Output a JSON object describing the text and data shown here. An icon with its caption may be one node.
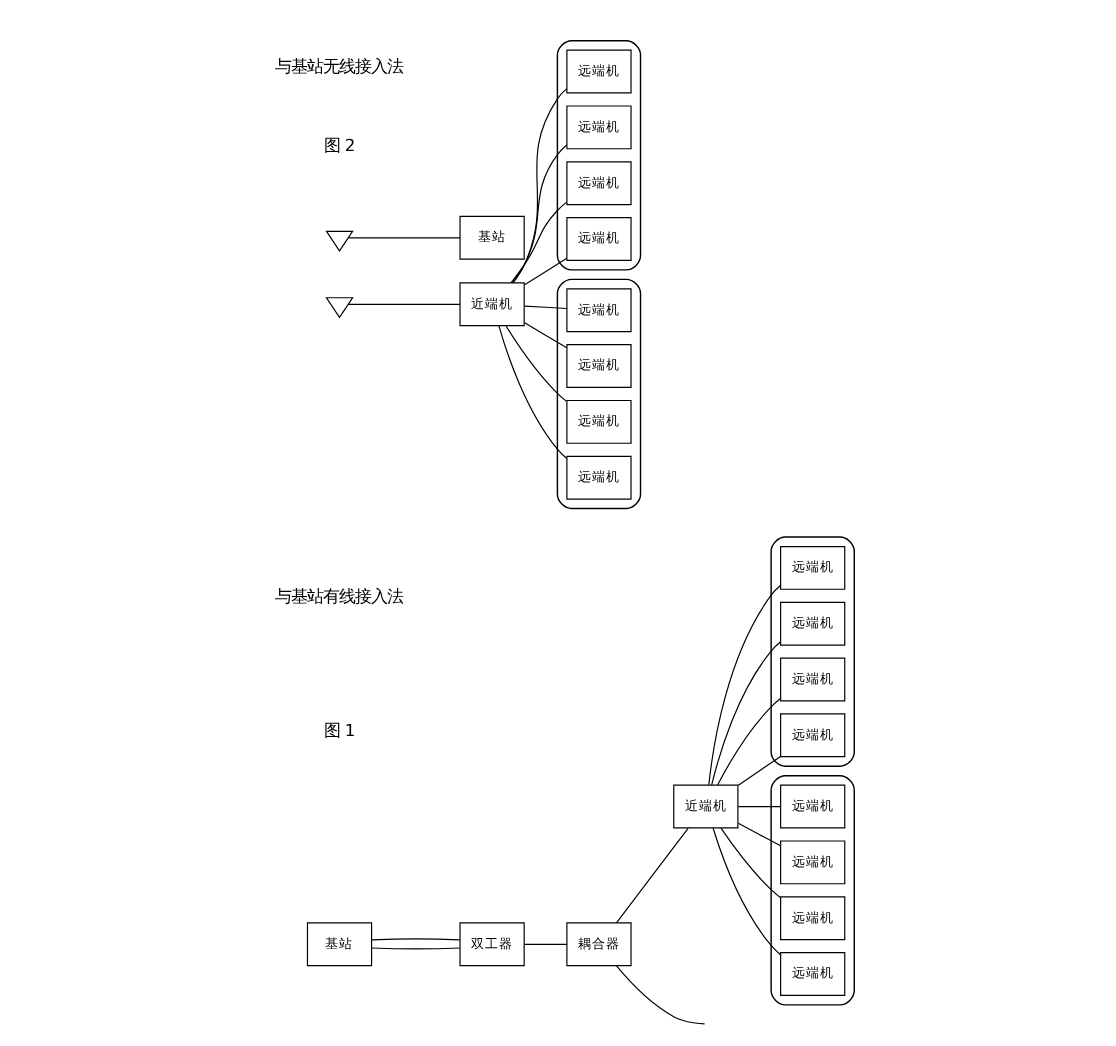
{
  "diagram": {
    "nodes": [
      {
        "text": [
          "基站"
        ]
      },
      {
        "text": [
          "双工器"
        ]
      },
      {
        "text": [
          "耦合器"
        ]
      },
      {
        "text": [
          "近端机"
        ]
      },
      {
        "text": [],
        "shape": "cylinder"
      },
      {
        "text": [
          "远端机"
        ],
        "in": 4
      },
      {
        "text": [
          "远端机"
        ],
        "in": 4
      },
      {
        "text": [
          "远端机"
        ],
        "in": 4
      },
      {
        "text": [
          "远端机"
        ],
        "in": 4
      },
      {
        "text": [],
        "shape": "cylinder"
      },
      {
        "text": [
          "远端机"
        ],
        "in": 9
      },
      {
        "text": [
          "远端机"
        ],
        "in": 9
      },
      {
        "text": [
          "远端机"
        ],
        "in": 9
      },
      {
        "text": [
          "远端机"
        ],
        "in": 9
      },
      {
        "text": [],
        "shape": "antenna"
      },
      {
        "text": [
          "基站"
        ]
      },
      {
        "text": [],
        "shape": "antenna"
      },
      {
        "text": [
          "近端机"
        ]
      },
      {
        "text": [],
        "shape": "cylinder"
      },
      {
        "text": [
          "远端机"
        ],
        "in": 18
      },
      {
        "text": [
          "远端机"
        ],
        "in": 18
      },
      {
        "text": [
          "远端机"
        ],
        "in": 18
      },
      {
        "text": [
          "远端机"
        ],
        "in": 18
      },
      {
        "text": [],
        "shape": "cylinder"
      },
      {
        "text": [
          "远端机"
        ],
        "in": 23
      },
      {
        "text": [
          "远端机"
        ],
        "in": 23
      },
      {
        "text": [
          "远端机"
        ],
        "in": 23
      },
      {
        "text": [
          "远端机"
        ],
        "in": 23
      }
    ],
    "edges": [
      {
        "from": 0,
        "to": 1,
        "arrow": "none"
      },
      {
        "from": 0,
        "to": 1,
        "arrow": "none"
      },
      {
        "from": 1,
        "to": 2,
        "arrow": "none"
      },
      {
        "from": 2,
        "to": 3,
        "arrow": "none"
      },
      {
        "from": 2,
        "to": null,
        "arrow": "none"
      },
      {
        "from": 3,
        "to": 5,
        "arrow": "none"
      },
      {
        "from": 3,
        "to": 6,
        "arrow": "none"
      },
      {
        "from": 3,
        "to": 7,
        "arrow": "none"
      },
      {
        "from": 3,
        "to": 8,
        "arrow": "none"
      },
      {
        "from": 3,
        "to": 10,
        "arrow": "none"
      },
      {
        "from": 3,
        "to": 11,
        "arrow": "none"
      },
      {
        "from": 3,
        "to": 12,
        "arrow": "none"
      },
      {
        "from": 3,
        "to": 13,
        "arrow": "none"
      },
      {
        "from": 14,
        "to": 15,
        "arrow": "none"
      },
      {
        "from": 16,
        "to": 17,
        "arrow": "none"
      },
      {
        "from": 17,
        "to": 19,
        "arrow": "none"
      },
      {
        "from": 17,
        "to": 20,
        "arrow": "none"
      },
      {
        "from": 17,
        "to": 21,
        "arrow": "none"
      },
      {
        "from": 17,
        "to": 22,
        "arrow": "none"
      },
      {
        "from": 17,
        "to": 24,
        "arrow": "none"
      },
      {
        "from": 17,
        "to": 25,
        "arrow": "none"
      },
      {
        "from": 17,
        "to": 26,
        "arrow": "none"
      },
      {
        "from": 17,
        "to": 27,
        "arrow": "none"
      }
    ],
    "labels": [
      "与基站有线接入法",
      "图 1",
      "与基站无线接入法",
      "图 2"
    ]
  }
}
